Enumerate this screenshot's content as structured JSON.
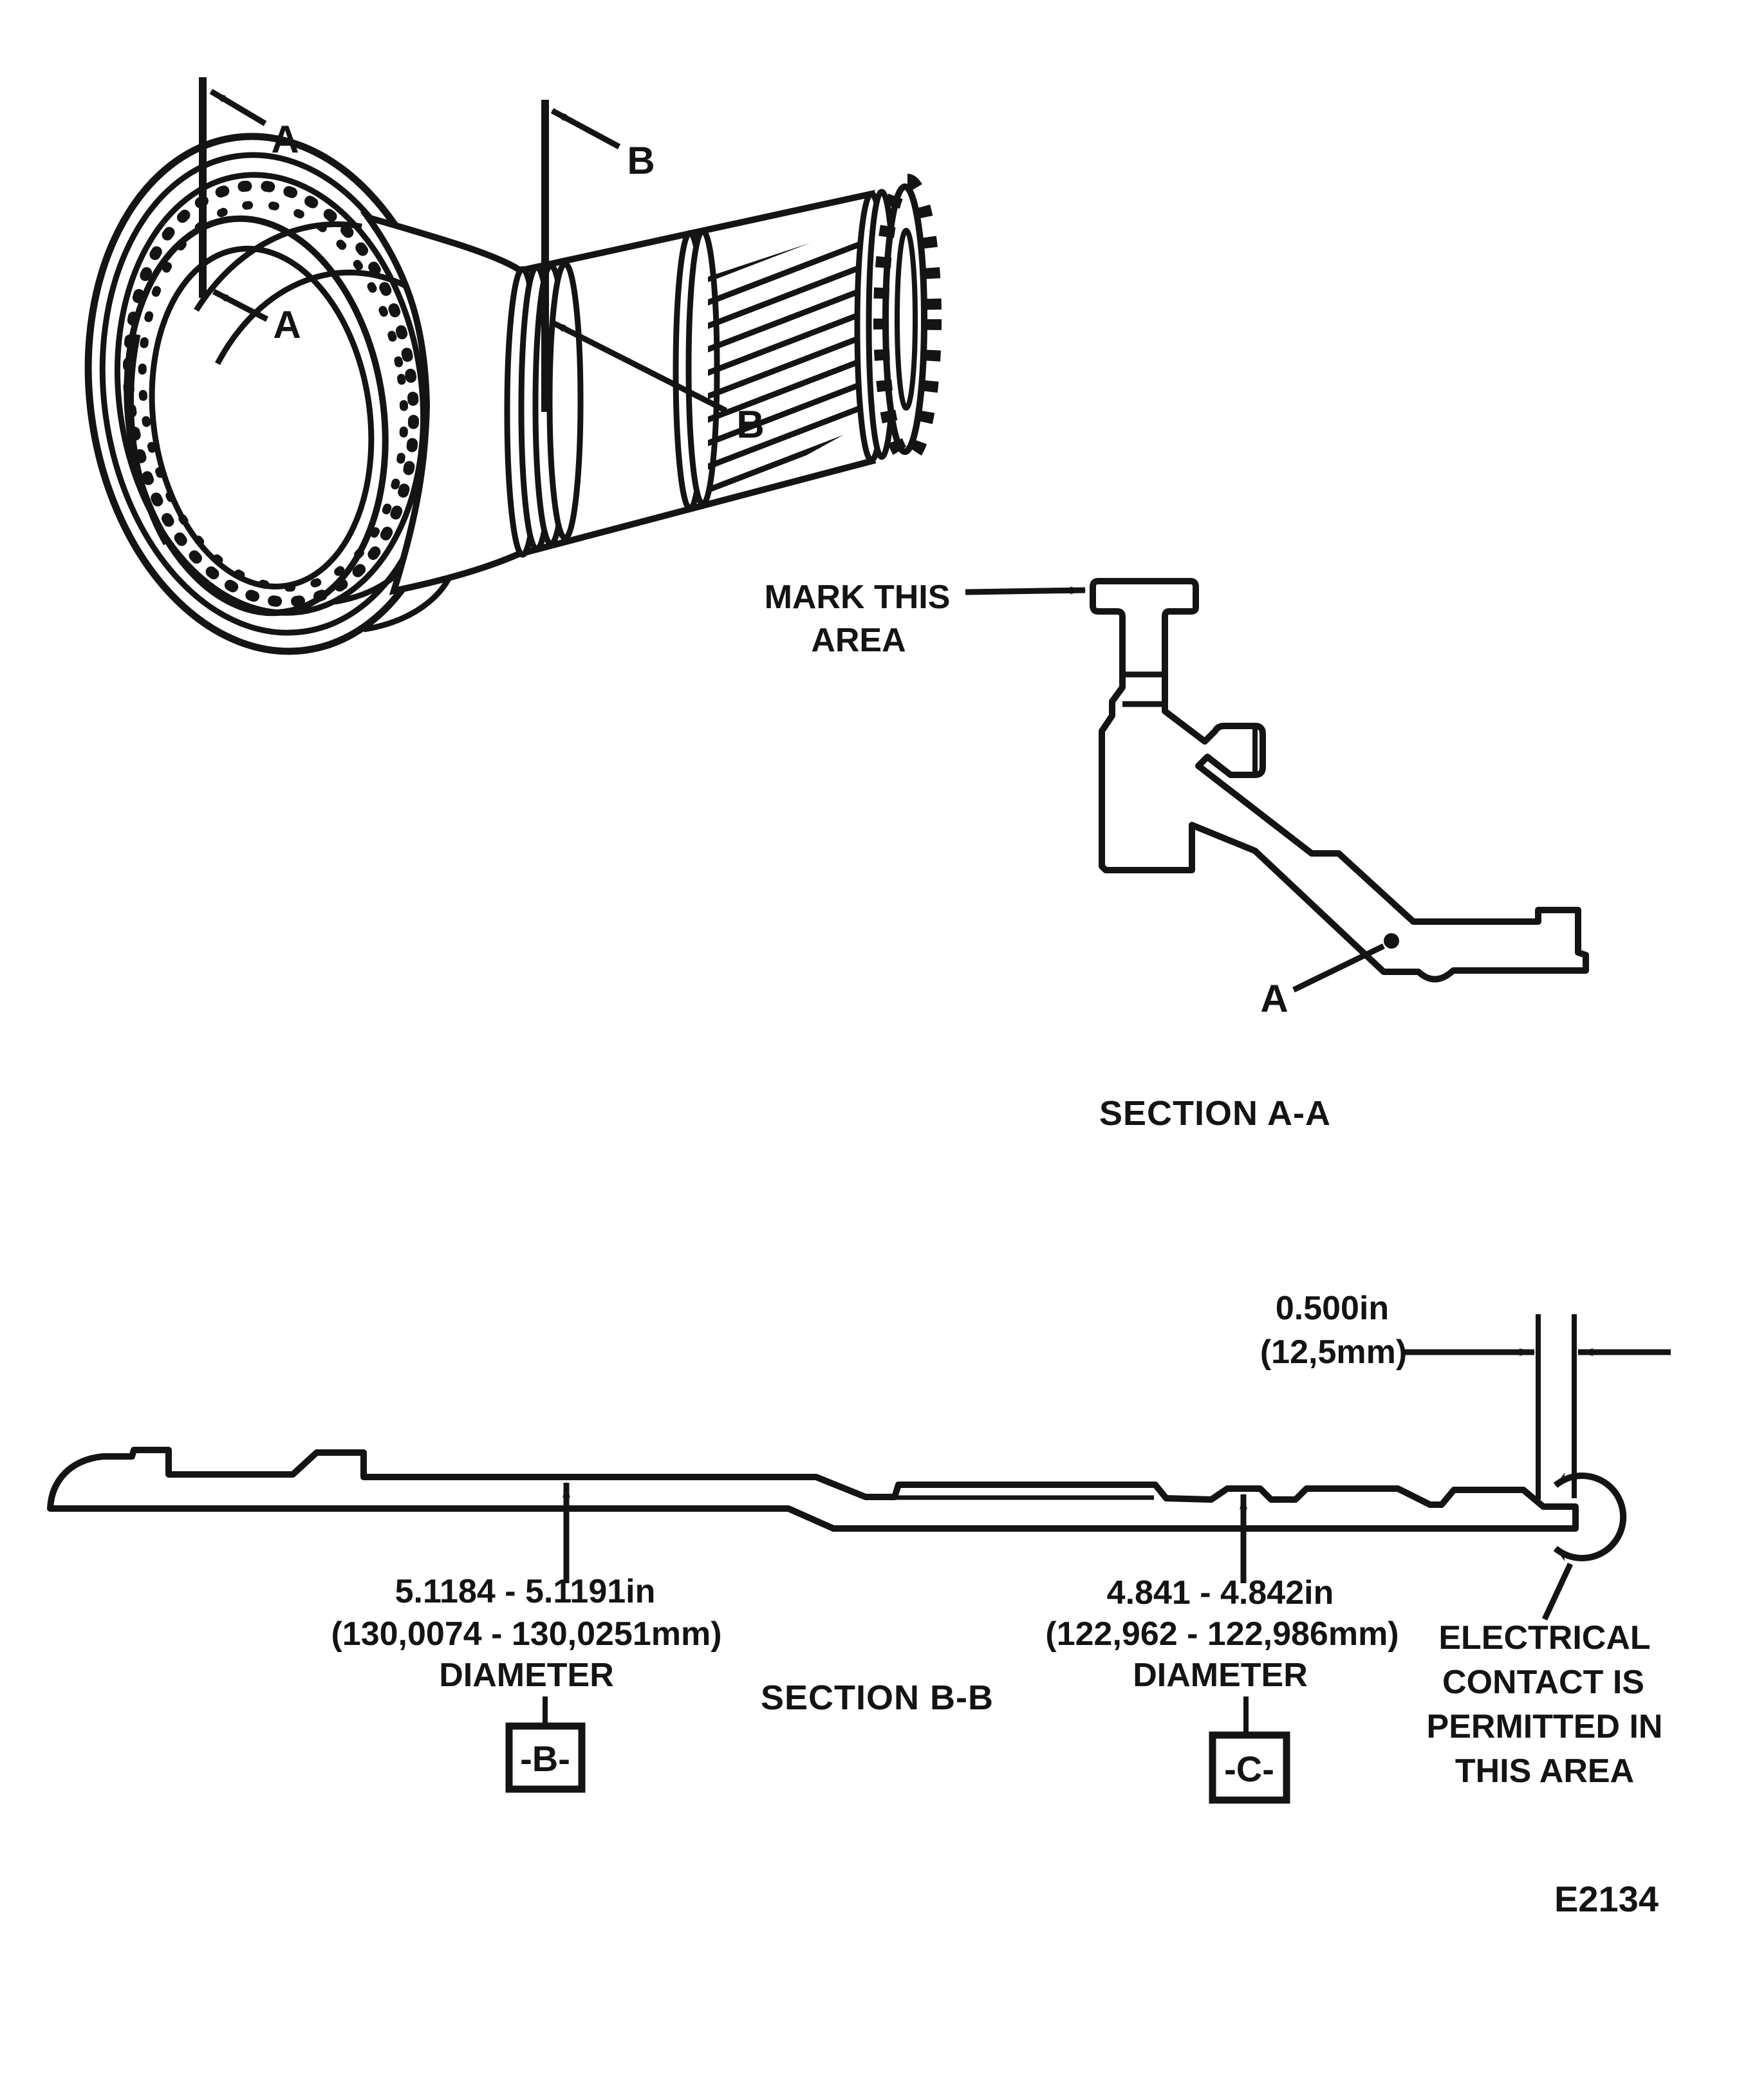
{
  "figure": {
    "drawing_code": "E2134",
    "labels": {
      "section_a": "A",
      "section_b": "B"
    },
    "callouts": {
      "mark_line1": "MARK THIS",
      "mark_line2": "AREA",
      "section_aa_title": "SECTION A-A",
      "section_bb_title": "SECTION B-B",
      "electrical": [
        "ELECTRICAL",
        "CONTACT IS",
        "PERMITTED IN",
        "THIS AREA"
      ]
    },
    "dimensions": {
      "tip_width": {
        "inches": "0.500in",
        "metric": "(12,5mm)"
      },
      "diameter_b": {
        "inches": "5.1184 - 5.1191in",
        "metric": "(130,0074 - 130,0251mm)",
        "label": "DIAMETER",
        "datum": "-B-"
      },
      "diameter_c": {
        "inches": "4.841 - 4.842in",
        "metric": "(122,962 - 122,986mm)",
        "label": "DIAMETER",
        "datum": "-C-"
      }
    }
  }
}
